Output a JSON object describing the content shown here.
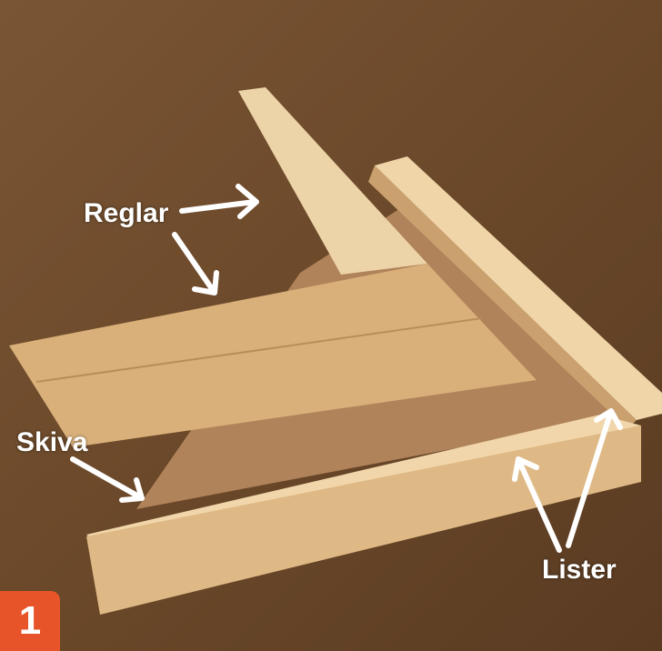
{
  "labels": {
    "reglar": "Reglar",
    "skiva": "Skiva",
    "lister": "Lister"
  },
  "badge": "1",
  "colors": {
    "badge": "#e8542a",
    "background": "#6b4a2e",
    "wood": "#e8c896",
    "board": "#b0835a"
  }
}
